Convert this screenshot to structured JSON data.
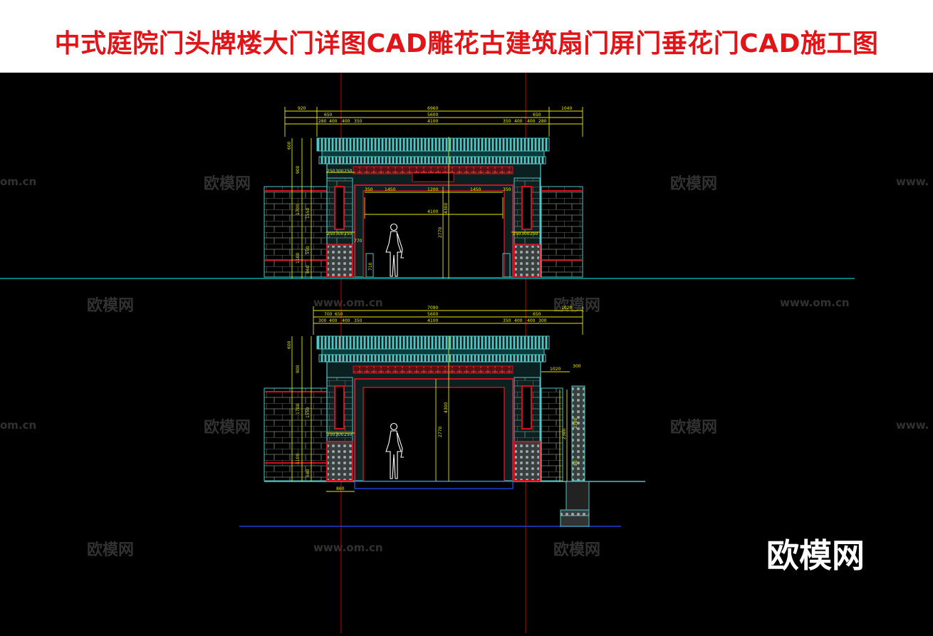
{
  "title": "中式庭院门头牌楼大门详图CAD雕花古建筑扇门屏门垂花门CAD施工图",
  "watermarks": {
    "brand": "欧模网",
    "url": "www.om.cn",
    "partial_url_left": "om.cn",
    "partial_url_right": "www."
  },
  "logo": "欧模网",
  "colors": {
    "title_red": "#e21418",
    "cad_background": "#000000",
    "dimension_yellow": "#e8e800",
    "outline_red": "#d01020",
    "wall_cyan": "#4fc6c6",
    "ground_cyan": "#00c8c8",
    "axis_red": "#c00000",
    "base_blue": "#1f3fd6"
  },
  "elevation_upper": {
    "overall_dims": [
      "6960",
      "5600",
      "4100"
    ],
    "left_dims": [
      "920",
      "650",
      "280",
      "400",
      "400",
      "350"
    ],
    "right_dims": [
      "1040",
      "650",
      "350",
      "400",
      "400",
      "280"
    ],
    "opening_dims": [
      "350",
      "1450",
      "1200",
      "1450",
      "350"
    ],
    "opening_width": "4100",
    "pier_dims": [
      "250",
      "300",
      "250"
    ],
    "vertical_dims": [
      "600",
      "900",
      "1700",
      "1550",
      "1100",
      "550",
      "860",
      "4300",
      "2770",
      "710",
      "770"
    ]
  },
  "elevation_lower": {
    "overall_dims": [
      "7090",
      "5600",
      "4100"
    ],
    "left_dims": [
      "700",
      "650",
      "300",
      "400",
      "400",
      "350"
    ],
    "right_dims": [
      "1020",
      "650",
      "350",
      "400",
      "400",
      "300"
    ],
    "pier_dims": [
      "250",
      "300",
      "250"
    ],
    "vertical_dims": [
      "600",
      "900",
      "1700",
      "1550",
      "1100",
      "580",
      "4300",
      "2770"
    ],
    "side_dims": [
      "1020",
      "300",
      "2380",
      "2700",
      "80"
    ],
    "step_dim": "860"
  }
}
